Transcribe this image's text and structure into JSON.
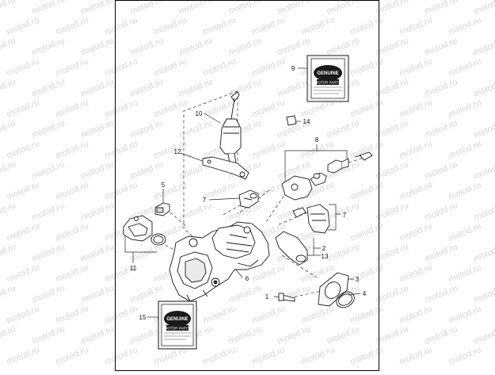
{
  "watermark": {
    "text": "motod.ru"
  },
  "colors": {
    "line": "#1a1a1a",
    "frame": "#000000",
    "watermark": "#d6d6d6",
    "paper": "#ffffff"
  },
  "callouts": [
    {
      "num": "1",
      "name": "screw"
    },
    {
      "num": "2",
      "name": "intake-elbow"
    },
    {
      "num": "3",
      "name": "flange-plate"
    },
    {
      "num": "4",
      "name": "seal-ring"
    },
    {
      "num": "5",
      "name": "sensor"
    },
    {
      "num": "6",
      "name": "throttle-body"
    },
    {
      "num": "7",
      "name": "fuel-injector"
    },
    {
      "num": "7",
      "name": "fuel-injector-rear"
    },
    {
      "num": "8",
      "name": "fuel-supply-assembly"
    },
    {
      "num": "9",
      "name": "parts-package"
    },
    {
      "num": "10",
      "name": "idle-air-control-valve"
    },
    {
      "num": "11",
      "name": "cover-with-gasket"
    },
    {
      "num": "12",
      "name": "bracket"
    },
    {
      "num": "13",
      "name": "elbow-gasket"
    },
    {
      "num": "14",
      "name": "cap"
    },
    {
      "num": "15",
      "name": "parts-package-2"
    }
  ],
  "packages": [
    {
      "brand": "GENUINE",
      "sub": "MOTOR PARTS"
    },
    {
      "brand": "GENUINE",
      "sub": "MOTOR PARTS"
    }
  ]
}
